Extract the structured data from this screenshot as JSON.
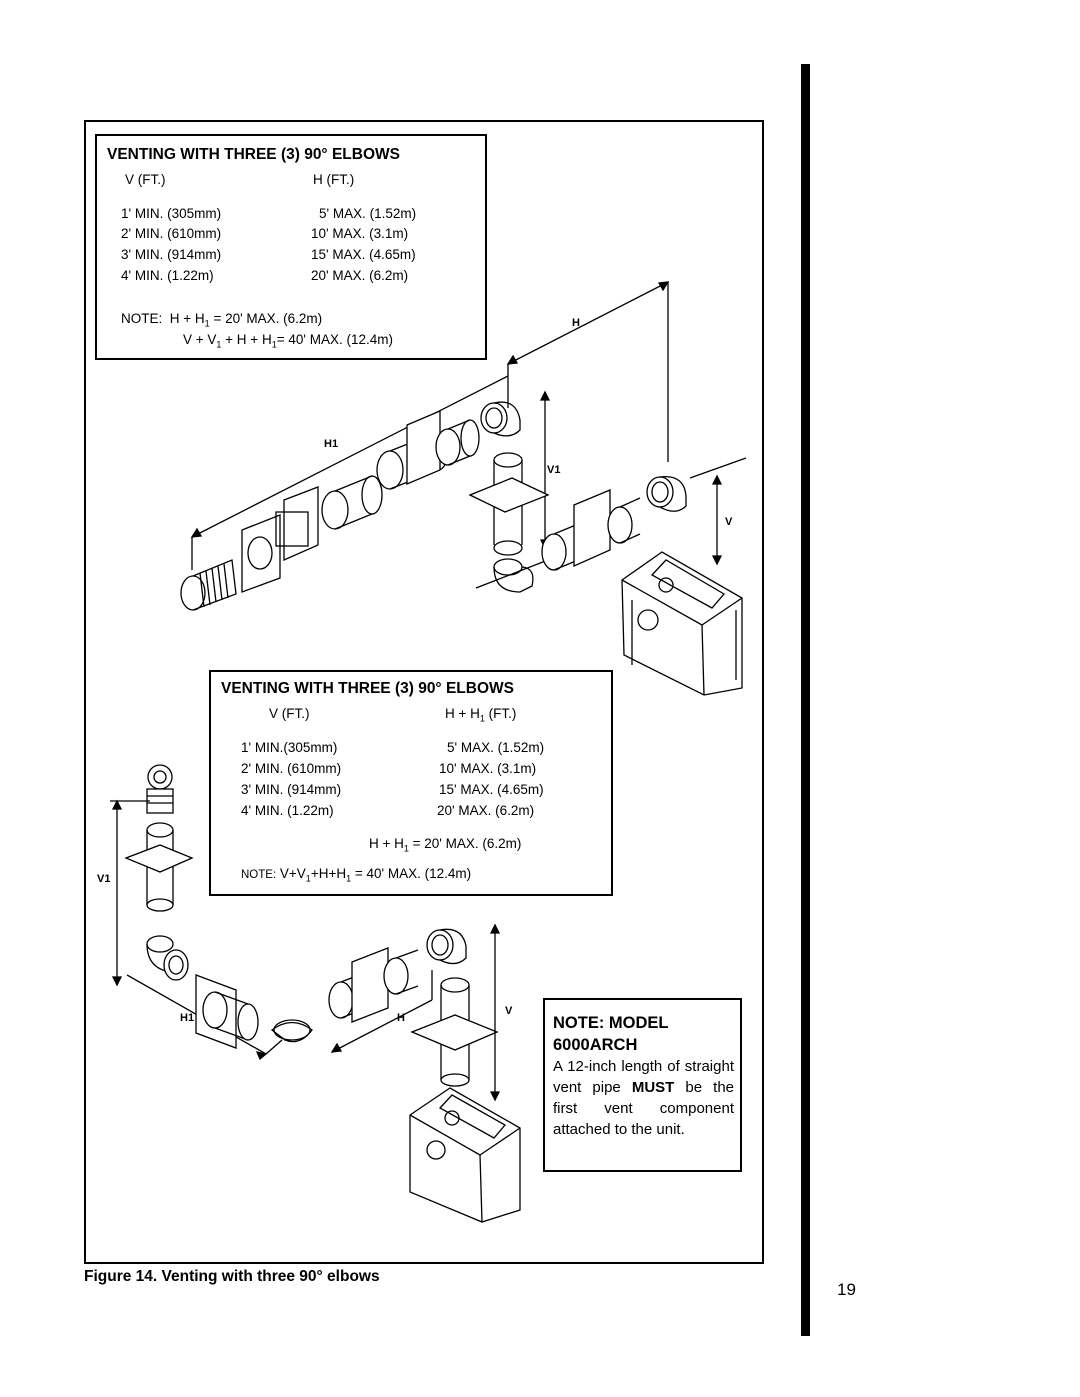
{
  "top_table": {
    "title": "VENTING WITH THREE (3) 90° ELBOWS",
    "col_v": "V (FT.)",
    "col_h": "H (FT.)",
    "rows": [
      {
        "v": "1'  MIN. (305mm)",
        "h": "5' MAX. (1.52m)"
      },
      {
        "v": "2'  MIN. (610mm)",
        "h": "10' MAX. (3.1m)"
      },
      {
        "v": "3'  MIN. (914mm)",
        "h": "15' MAX. (4.65m)"
      },
      {
        "v": "4'  MIN. (1.22m)",
        "h": "20' MAX. (6.2m)"
      }
    ],
    "note_prefix": "NOTE:",
    "note1_a": "H + H",
    "note1_sub": "1",
    "note1_b": " = 20' MAX. (6.2m)",
    "note2_a": "V + V",
    "note2_sub1": "1",
    "note2_b": " + H + H",
    "note2_sub2": "1",
    "note2_c": "= 40' MAX. (12.4m)"
  },
  "bottom_table": {
    "title": "VENTING WITH THREE (3) 90° ELBOWS",
    "col_v": "V (FT.)",
    "col_h_a": "H + H",
    "col_h_sub": "1",
    "col_h_b": " (FT.)",
    "rows": [
      {
        "v": "1'  MIN.(305mm)",
        "h": "5'  MAX. (1.52m)"
      },
      {
        "v": "2'  MIN. (610mm)",
        "h": "10'  MAX. (3.1m)"
      },
      {
        "v": "3'  MIN. (914mm)",
        "h": "15'  MAX. (4.65m)"
      },
      {
        "v": "4'  MIN. (1.22m)",
        "h": "20'  MAX. (6.2m)"
      }
    ],
    "sum_a": "H + H",
    "sum_sub": "1",
    "sum_b": " = 20' MAX. (6.2m)",
    "note_prefix": "NOTE:",
    "note_a": " V+V",
    "note_sub1": "1",
    "note_b": "+H+H",
    "note_sub2": "1",
    "note_c": " = 40' MAX. (12.4m)"
  },
  "diagram_labels": {
    "h": "H",
    "h1": "H1",
    "v": "V",
    "v1": "V1"
  },
  "model_note": {
    "title_line1": "NOTE:  MODEL",
    "title_line2": "6000ARCH",
    "body_pre": "A 12-inch length of straight vent pipe ",
    "body_bold": "MUST",
    "body_post": " be the first vent component attached to the unit."
  },
  "caption": "Figure 14. Venting with three 90° elbows",
  "page_number": "19"
}
